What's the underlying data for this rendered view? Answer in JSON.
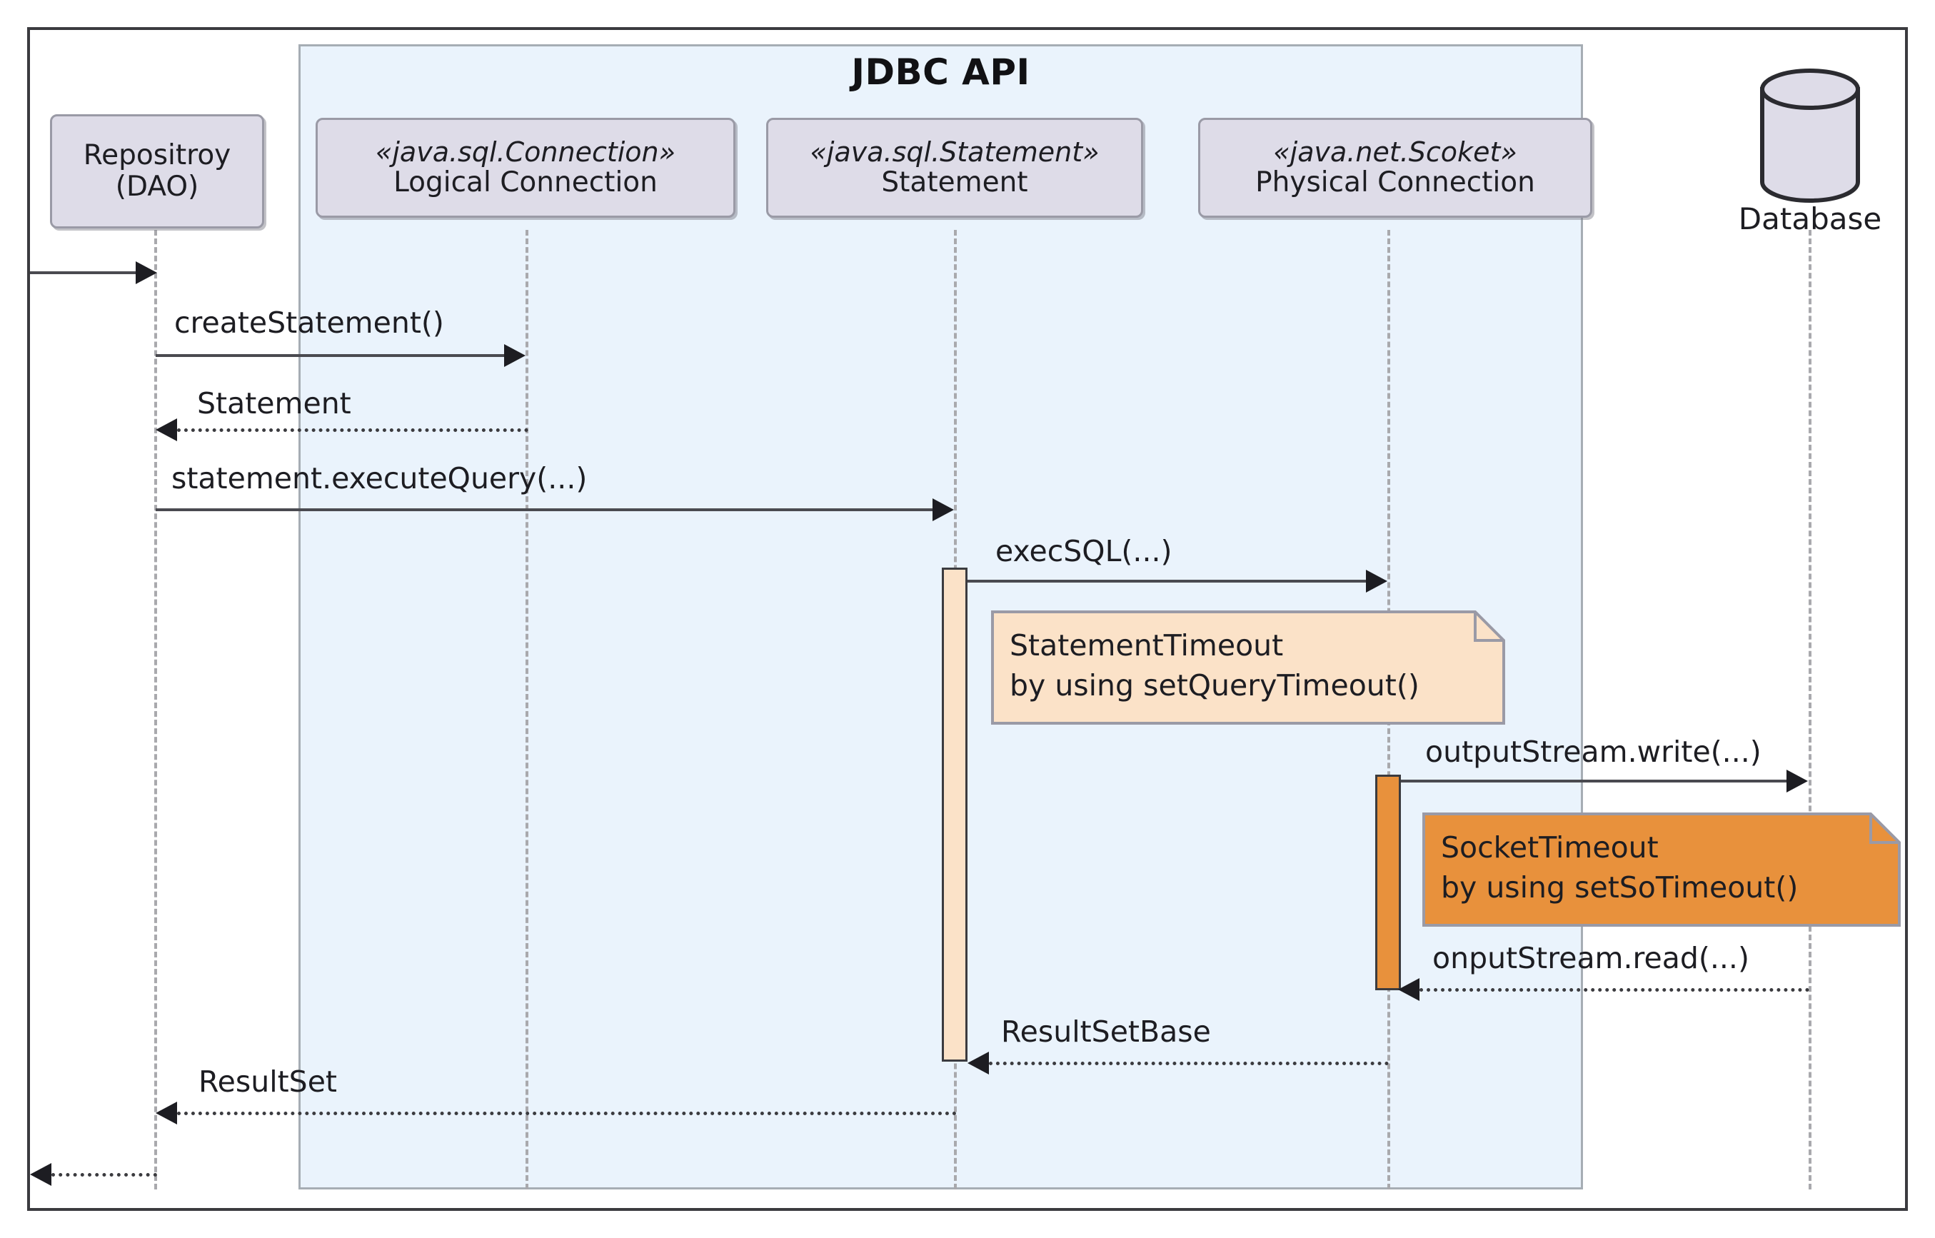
{
  "diagram": {
    "type": "uml-sequence-diagram",
    "group": {
      "title": "JDBC API"
    },
    "participants": [
      {
        "id": "repository",
        "stereotype": "",
        "name_line1": "Repositroy",
        "name_line2": "(DAO)",
        "shape": "box"
      },
      {
        "id": "logical-connection",
        "stereotype": "«java.sql.Connection»",
        "name_line1": "Logical Connection",
        "name_line2": "",
        "shape": "box"
      },
      {
        "id": "statement",
        "stereotype": "«java.sql.Statement»",
        "name_line1": "Statement",
        "name_line2": "",
        "shape": "box"
      },
      {
        "id": "physical-connection",
        "stereotype": "«java.net.Scoket»",
        "name_line1": "Physical Connection",
        "name_line2": "",
        "shape": "box"
      },
      {
        "id": "database",
        "stereotype": "",
        "name_line1": "Database",
        "name_line2": "",
        "shape": "database-cylinder"
      }
    ],
    "messages": [
      {
        "id": "entry-call",
        "label": "",
        "from": "boundary",
        "to": "repository",
        "style": "solid",
        "direction": "right"
      },
      {
        "id": "create-statement",
        "label": "createStatement()",
        "from": "repository",
        "to": "logical-connection",
        "style": "solid",
        "direction": "right"
      },
      {
        "id": "statement-return",
        "label": "Statement",
        "from": "logical-connection",
        "to": "repository",
        "style": "dotted",
        "direction": "left"
      },
      {
        "id": "execute-query",
        "label": "statement.executeQuery(...)",
        "from": "repository",
        "to": "statement",
        "style": "solid",
        "direction": "right"
      },
      {
        "id": "exec-sql",
        "label": "execSQL(...)",
        "from": "statement",
        "to": "physical-connection",
        "style": "solid",
        "direction": "right"
      },
      {
        "id": "output-stream-write",
        "label": "outputStream.write(...)",
        "from": "physical-connection",
        "to": "database",
        "style": "solid",
        "direction": "right"
      },
      {
        "id": "input-stream-read",
        "label": "onputStream.read(...)",
        "from": "database",
        "to": "physical-connection",
        "style": "dotted",
        "direction": "left"
      },
      {
        "id": "result-set-base",
        "label": "ResultSetBase",
        "from": "physical-connection",
        "to": "statement",
        "style": "dotted",
        "direction": "left"
      },
      {
        "id": "result-set",
        "label": "ResultSet",
        "from": "statement",
        "to": "repository",
        "style": "dotted",
        "direction": "left"
      },
      {
        "id": "exit-return",
        "label": "",
        "from": "repository",
        "to": "boundary",
        "style": "dotted",
        "direction": "left"
      }
    ],
    "notes": [
      {
        "id": "statement-timeout-note",
        "line1": "StatementTimeout",
        "line2": "by using setQueryTimeout()",
        "fill": "#fbe2c8",
        "border": "#9a9aa6",
        "text_color": "#1d1d22"
      },
      {
        "id": "socket-timeout-note",
        "line1": "SocketTimeout",
        "line2": "by using setSoTimeout()",
        "fill": "#e8913c",
        "border": "#9a9aa6",
        "text_color": "#1d1d22"
      }
    ],
    "activations": [
      {
        "id": "statement-activation",
        "participant": "statement",
        "fill": "#fbe2c8"
      },
      {
        "id": "socket-activation",
        "participant": "physical-connection",
        "fill": "#e8913c"
      }
    ],
    "colors": {
      "group_fill": "#eaf3fc",
      "participant_fill": "#dedce8",
      "note_light": "#fbe2c8",
      "note_orange": "#e8913c",
      "frame_border": "#3b3b3f",
      "lifeline": "#a9a9ad"
    }
  }
}
